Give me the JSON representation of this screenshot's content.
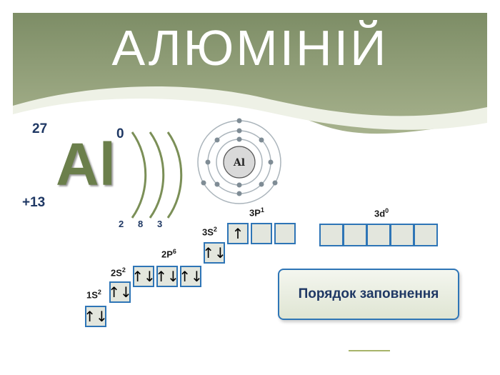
{
  "title": "АЛЮМІНІЙ",
  "element": {
    "symbol": "Al",
    "mass_number": "27",
    "nuclear_charge": "+13",
    "oxidation_state": "0",
    "shells": [
      "2",
      "8",
      "3"
    ],
    "atom_label": "Al"
  },
  "orbitals": [
    {
      "label": "1S",
      "sup": "2",
      "cells": [
        "↑↓"
      ]
    },
    {
      "label": "2S",
      "sup": "2",
      "cells": [
        "↑↓"
      ]
    },
    {
      "label": "2P",
      "sup": "6",
      "cells": [
        "↑↓",
        "↑↓",
        "↑↓"
      ]
    },
    {
      "label": "3S",
      "sup": "2",
      "cells": [
        "↑↓"
      ]
    },
    {
      "label": "3P",
      "sup": "1",
      "cells": [
        "↑",
        "",
        ""
      ]
    },
    {
      "label": "3d",
      "sup": "0",
      "cells": [
        "",
        "",
        "",
        "",
        ""
      ]
    }
  ],
  "button": {
    "label": "Порядок заповнення"
  },
  "colors": {
    "banner": "#8c9a78",
    "symbol": "#6b7f4b",
    "label_text": "#1f3864",
    "cell_border": "#2e75b6",
    "cell_fill": "#e3e6dd",
    "atom_electron": "#7f8c95"
  }
}
